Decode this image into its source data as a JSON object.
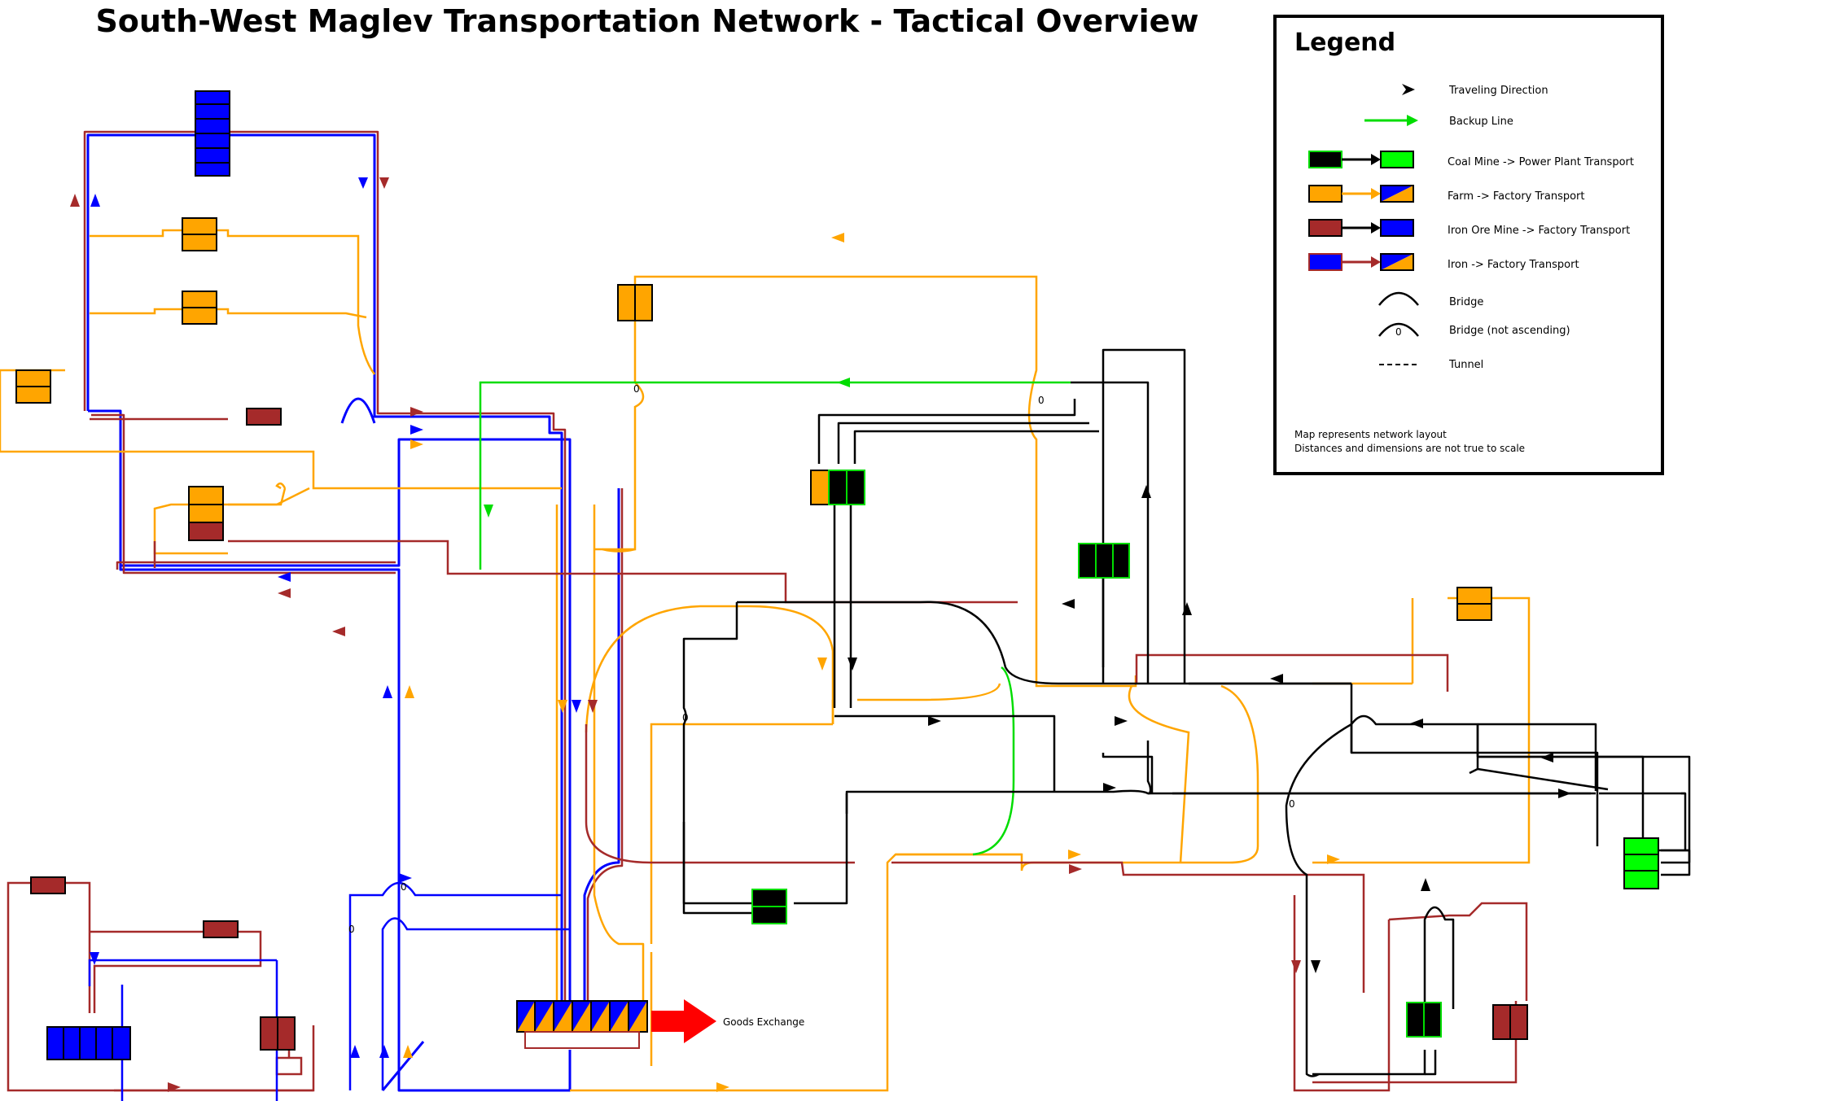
{
  "title": "South-West Maglev Transportation Network - Tactical Overview",
  "legend": {
    "title": "Legend",
    "entries": [
      {
        "key": "direction",
        "label": "Traveling Direction"
      },
      {
        "key": "backup",
        "label": "Backup Line"
      },
      {
        "key": "coal",
        "label": "Coal Mine -> Power Plant Transport"
      },
      {
        "key": "farm",
        "label": "Farm -> Factory Transport"
      },
      {
        "key": "ironore",
        "label": "Iron Ore Mine -> Factory Transport"
      },
      {
        "key": "iron",
        "label": "Iron -> Factory Transport"
      },
      {
        "key": "bridge",
        "label": "Bridge"
      },
      {
        "key": "bridge_na",
        "label": "Bridge (not ascending)"
      },
      {
        "key": "tunnel",
        "label": "Tunnel"
      }
    ],
    "note_line1": "Map represents network layout",
    "note_line2": "Distances and dimensions are not true to scale",
    "bridge_marker": "0"
  },
  "goods_exchange": "Goods Exchange",
  "bridge_marker": "0",
  "colors": {
    "coal": "#000000",
    "farm": "#ffa500",
    "iron_ore": "#a52a2a",
    "iron": "#0000ff",
    "backup": "#00dd00",
    "power_plant": "#00ff00",
    "exchange_arrow": "#ff0000"
  }
}
